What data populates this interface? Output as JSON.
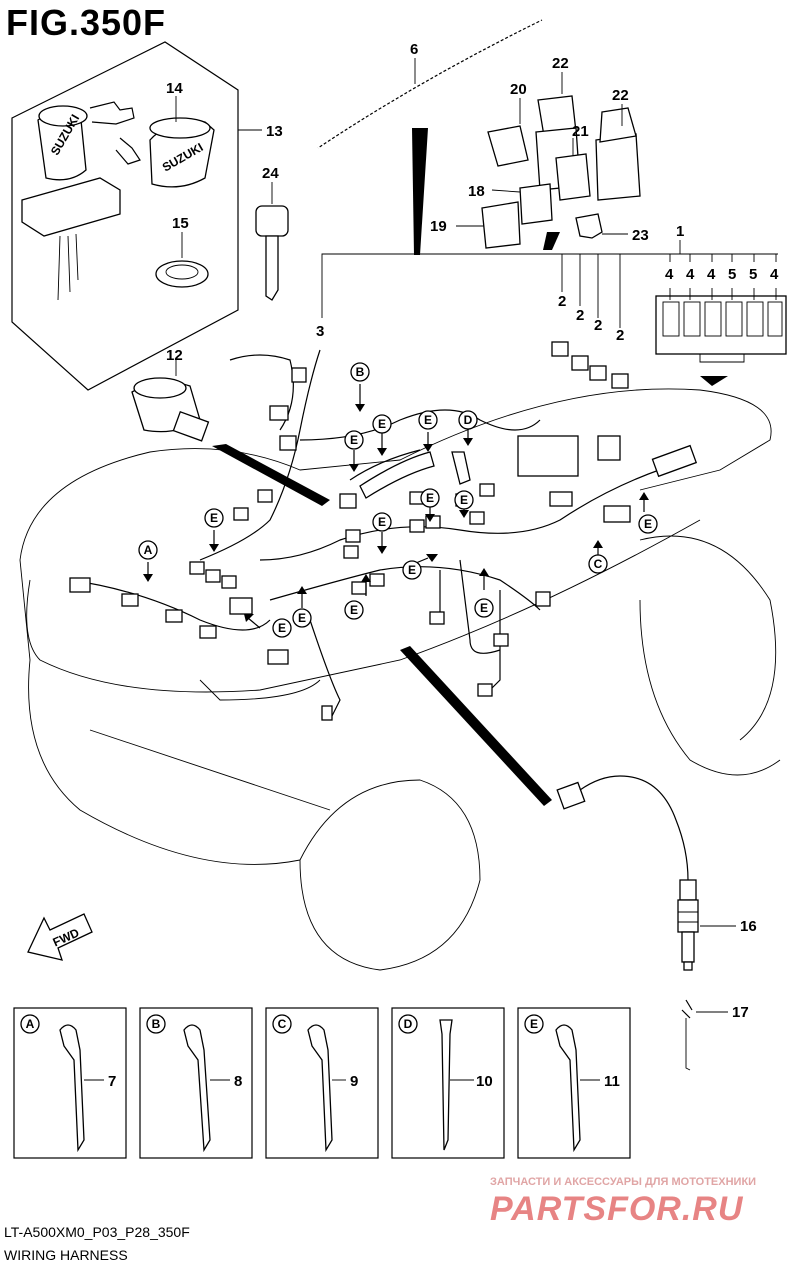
{
  "figure": {
    "title": "FIG.350F",
    "code": "LT-A500XM0_P03_P28_350F",
    "caption": "WIRING HARNESS"
  },
  "part_numbers": [
    "1",
    "2",
    "2",
    "2",
    "2",
    "3",
    "4",
    "4",
    "4",
    "4",
    "5",
    "5",
    "6",
    "7",
    "8",
    "9",
    "10",
    "11",
    "12",
    "13",
    "14",
    "15",
    "16",
    "17",
    "18",
    "19",
    "20",
    "21",
    "22",
    "22",
    "23",
    "24"
  ],
  "clamp_letters": [
    "A",
    "B",
    "C",
    "D",
    "E"
  ],
  "clamp_legend": [
    {
      "letter": "A",
      "part": "7"
    },
    {
      "letter": "B",
      "part": "8"
    },
    {
      "letter": "C",
      "part": "9"
    },
    {
      "letter": "D",
      "part": "10"
    },
    {
      "letter": "E",
      "part": "11"
    }
  ],
  "direction_marker": "FWD",
  "brand_on_key": "SUZUKI",
  "watermark": {
    "tagline": "ЗАПЧАСТИ И АКСЕССУАРЫ ДЛЯ МОТОТЕХНИКИ",
    "site": "PARTSFOR.RU"
  },
  "colors": {
    "line": "#000000",
    "watermark": "#e78484"
  }
}
